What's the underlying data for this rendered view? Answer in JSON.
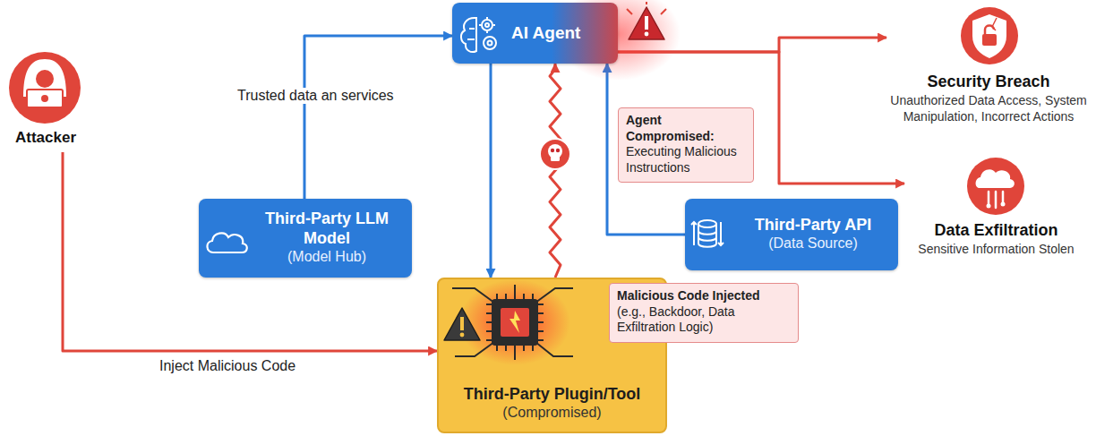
{
  "diagram": {
    "nodes": [
      {
        "text": [
          "AI Agent"
        ]
      },
      {
        "text": [
          "Agent Compromised:",
          "Executing Malicious Instructions"
        ]
      },
      {
        "text": [
          "Security Breach",
          "Unauthorized Data Access, System Manipulation, Incorrect Actions"
        ]
      },
      {
        "text": [
          "Attacker"
        ]
      },
      {
        "text": [
          "Third-Party LLM Model",
          "(Model Hub)"
        ]
      },
      {
        "text": [
          "Third-Party API",
          "(Data Source)"
        ]
      },
      {
        "text": [
          "Data Exfiltration",
          "Sensitive Information Stolen"
        ]
      },
      {
        "text": [
          "Third-Party Plugin/Tool",
          "(Compromised)"
        ]
      },
      {
        "text": [
          "Malicious Code Injected",
          "(e.g., Backdoor, Data Exfiltration Logic)"
        ]
      }
    ],
    "edges": [
      {
        "from": 3,
        "to": 7,
        "label": "Inject Malicious Code",
        "arrow": "to"
      },
      {
        "from": 4,
        "to": 0,
        "label": "Trusted data an services",
        "arrow": "to"
      },
      {
        "from": 0,
        "to": 7,
        "arrow": "to"
      },
      {
        "from": 7,
        "to": 0,
        "arrow": "to"
      },
      {
        "from": 5,
        "to": 0,
        "arrow": "to"
      },
      {
        "from": 0,
        "to": 2,
        "arrow": "to"
      },
      {
        "from": 0,
        "to": 6,
        "arrow": "to"
      }
    ]
  }
}
